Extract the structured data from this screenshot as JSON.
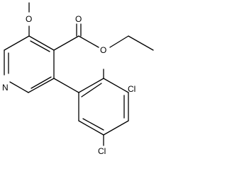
{
  "diagram": {
    "type": "chemical-structure",
    "atom_labels": {
      "n_ring": "N",
      "o_methoxy": "O",
      "o_carbonyl": "O",
      "o_ester": "O",
      "cl_top": "Cl",
      "cl_bottom": "Cl"
    }
  }
}
